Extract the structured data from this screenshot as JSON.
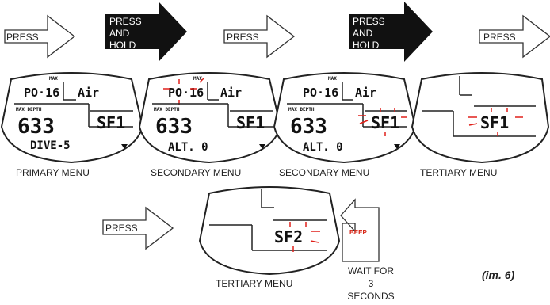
{
  "arrows": {
    "press": "PRESS",
    "hold_line1": "PRESS",
    "hold_line2": "AND",
    "hold_line3": "HOLD"
  },
  "screens": {
    "mode": "PO·16",
    "max": "MAX",
    "gas": "Air",
    "max_depth": "MAX DEPTH",
    "depth": "633",
    "sf1": "SF1",
    "sf2": "SF2",
    "dive": "DIVE-5",
    "alt": "ALT. 0"
  },
  "captions": {
    "primary": "PRIMARY MENU",
    "secondary": "SECONDARY MENU",
    "tertiary": "TERTIARY MENU"
  },
  "beep": "BEEP",
  "wait": {
    "line1": "WAIT FOR",
    "line2": "3",
    "line3": "SECONDS"
  },
  "figure_label": "(im. 6)"
}
